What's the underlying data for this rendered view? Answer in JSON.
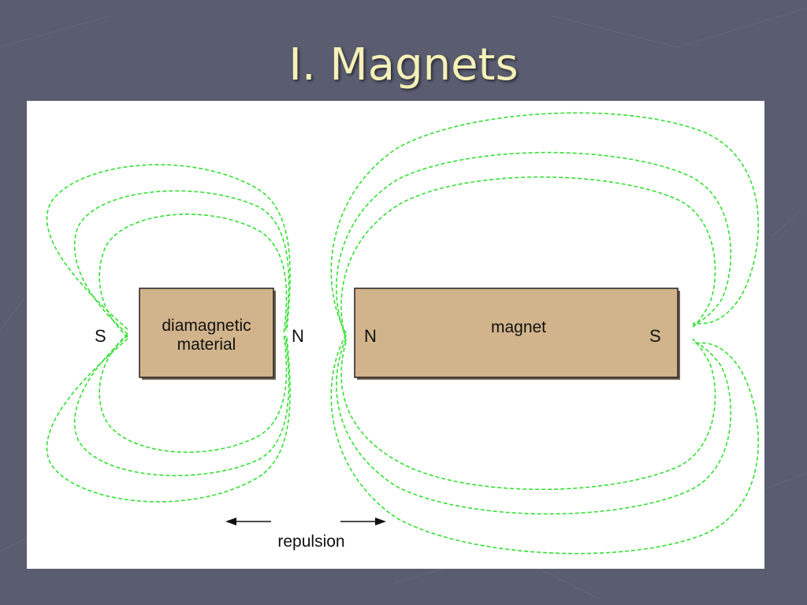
{
  "slide": {
    "title": "I. Magnets",
    "background_color": "#5a5c70",
    "title_color": "#f5f0b8"
  },
  "diagram": {
    "diamagnetic": {
      "label_line1": "diamagnetic",
      "label_line2": "material",
      "pole_left": "S",
      "pole_right": "N",
      "fill_color": "#d2b48c"
    },
    "magnet": {
      "label": "magnet",
      "pole_left": "N",
      "pole_right": "S",
      "fill_color": "#d2b48c"
    },
    "repulsion_label": "repulsion",
    "field_line_color": "#33e033"
  }
}
